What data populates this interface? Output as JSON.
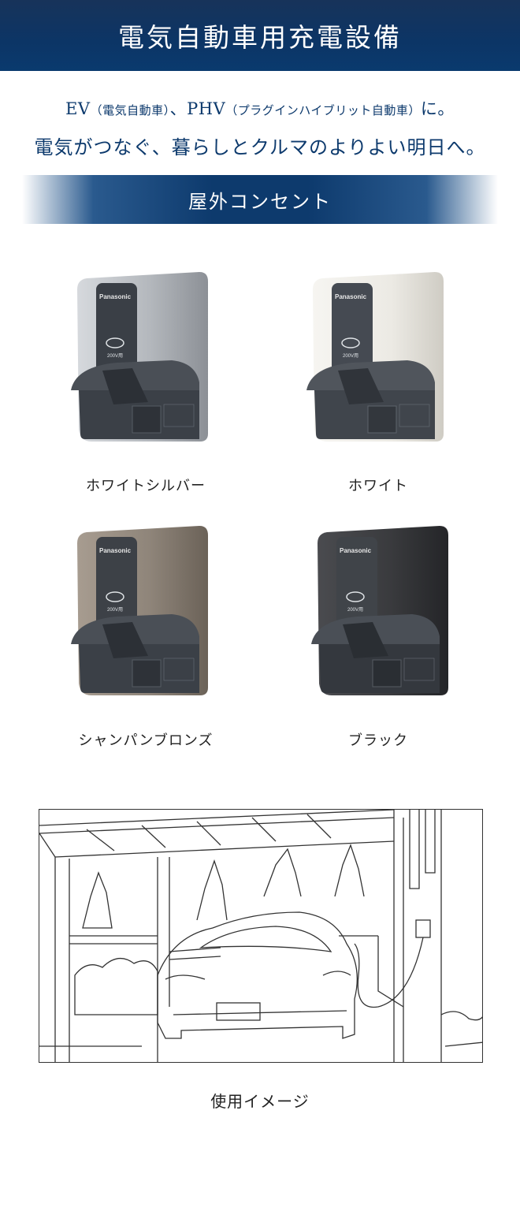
{
  "header": {
    "title": "電気自動車用充電設備"
  },
  "tagline": {
    "line1_prefix": "EV",
    "line1_paren1": "（電気自動車）",
    "line1_mid": "、PHV",
    "line1_paren2": "（プラグインハイブリット自動車）",
    "line1_suffix": "に。",
    "line2": "電気がつなぐ、暮らしとクルマのよりよい明日へ。"
  },
  "section": {
    "title": "屋外コンセント"
  },
  "products": [
    {
      "name": "ホワイトシルバー",
      "brand": "Panasonic",
      "spec": "200V用",
      "body_color": "#b4b8bd",
      "body_color_dark": "#8c9096",
      "face_color": "#3a3f46"
    },
    {
      "name": "ホワイト",
      "brand": "Panasonic",
      "spec": "200V用",
      "body_color": "#eceae4",
      "body_color_dark": "#cfccc4",
      "face_color": "#454a52"
    },
    {
      "name": "シャンパンブロンズ",
      "brand": "Panasonic",
      "spec": "200V用",
      "body_color": "#8f857a",
      "body_color_dark": "#6b6258",
      "face_color": "#3d4147"
    },
    {
      "name": "ブラック",
      "brand": "Panasonic",
      "spec": "200V用",
      "body_color": "#3a3b3e",
      "body_color_dark": "#242528",
      "face_color": "#404449"
    }
  ],
  "usage": {
    "caption": "使用イメージ"
  }
}
